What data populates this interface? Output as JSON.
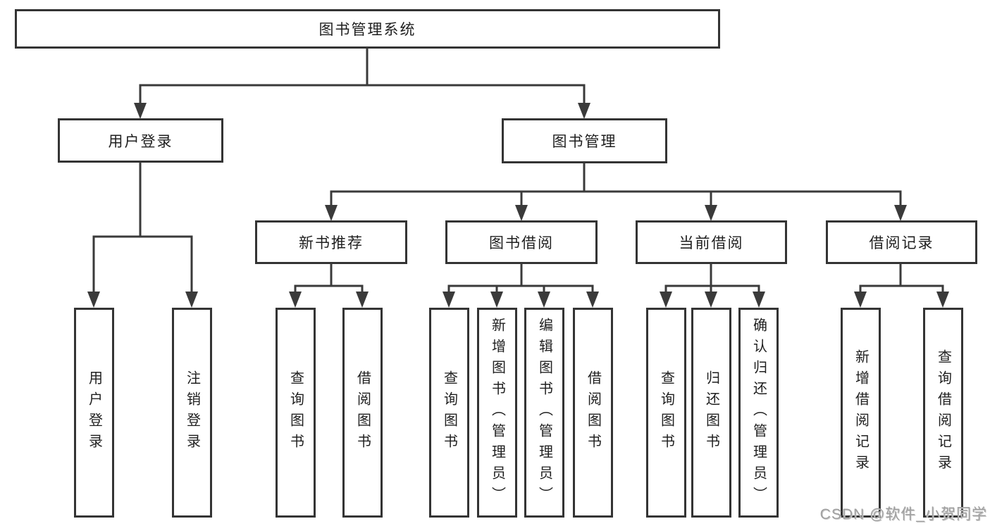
{
  "diagram": {
    "root": "图书管理系统",
    "level2": {
      "user_login": {
        "label": "用户登录",
        "children": [
          "用户登录",
          "注销登录"
        ]
      },
      "book_management": {
        "label": "图书管理",
        "modules": {
          "new_book_recommend": {
            "label": "新书推荐",
            "children": [
              "查询图书",
              "借阅图书"
            ]
          },
          "book_borrowing": {
            "label": "图书借阅",
            "children": [
              "查询图书",
              "新增图书（管理员）",
              "编辑图书（管理员）",
              "借阅图书"
            ]
          },
          "current_borrowing": {
            "label": "当前借阅",
            "children": [
              "查询图书",
              "归还图书",
              "确认归还（管理员）"
            ]
          },
          "borrowing_records": {
            "label": "借阅记录",
            "children": [
              "新增借阅记录",
              "查询借阅记录"
            ]
          }
        }
      }
    }
  },
  "watermark": "CSDN @软件_小贺同学",
  "colors": {
    "line": "#3a3a3a",
    "box_border": "#343434",
    "text": "#1f1f1f",
    "background": "#ffffff",
    "watermark": "#a0a0a0"
  }
}
